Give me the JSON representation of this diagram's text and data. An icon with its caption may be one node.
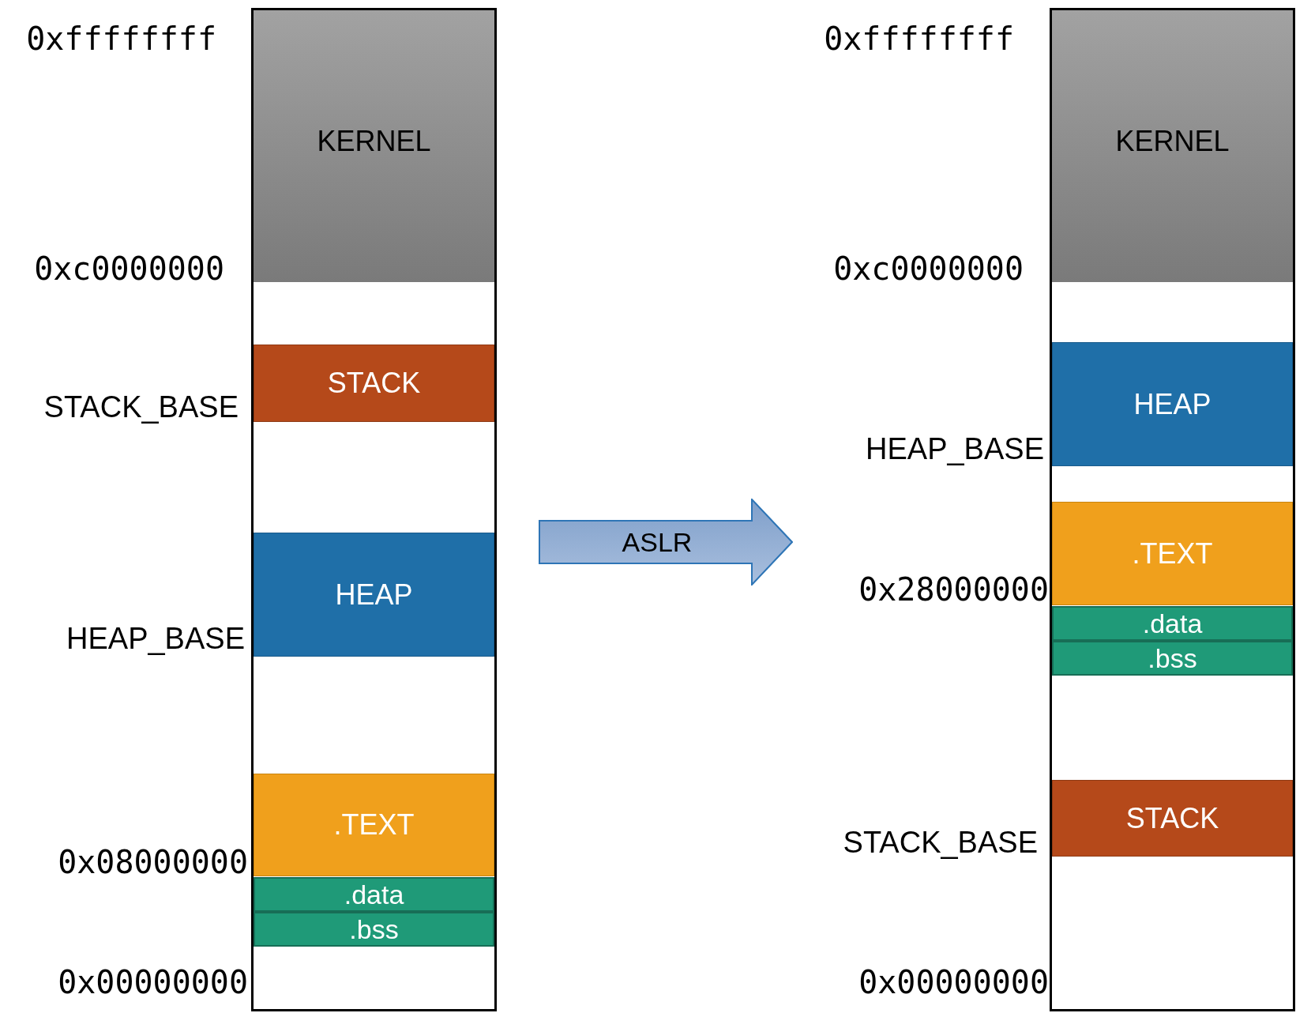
{
  "diagram": {
    "nodes": [
      {
        "text": [],
        "shape": "box"
      },
      {
        "text": [
          "KERNEL"
        ],
        "in": 0
      },
      {
        "text": [
          "STACK"
        ],
        "in": 0
      },
      {
        "text": [
          "HEAP"
        ],
        "in": 0
      },
      {
        "text": [
          ".TEXT"
        ],
        "in": 0
      },
      {
        "text": [
          ".data"
        ],
        "in": 0
      },
      {
        "text": [
          ".bss"
        ],
        "in": 0
      },
      {
        "text": [
          "ASLR"
        ]
      },
      {
        "text": [],
        "shape": "box"
      },
      {
        "text": [
          "KERNEL"
        ],
        "in": 8
      },
      {
        "text": [
          "HEAP"
        ],
        "in": 8
      },
      {
        "text": [
          ".TEXT"
        ],
        "in": 8
      },
      {
        "text": [
          ".data"
        ],
        "in": 8
      },
      {
        "text": [
          ".bss"
        ],
        "in": 8
      },
      {
        "text": [
          "STACK"
        ],
        "in": 8
      }
    ],
    "labels": [
      "0xffffffff",
      "0xffffffff",
      "0xc0000000",
      "0xc0000000",
      "STACK_BASE",
      "HEAP_BASE",
      "0x28000000",
      "HEAP_BASE",
      "STACK_BASE",
      "0x08000000",
      "0x00000000",
      "0x00000000"
    ]
  }
}
